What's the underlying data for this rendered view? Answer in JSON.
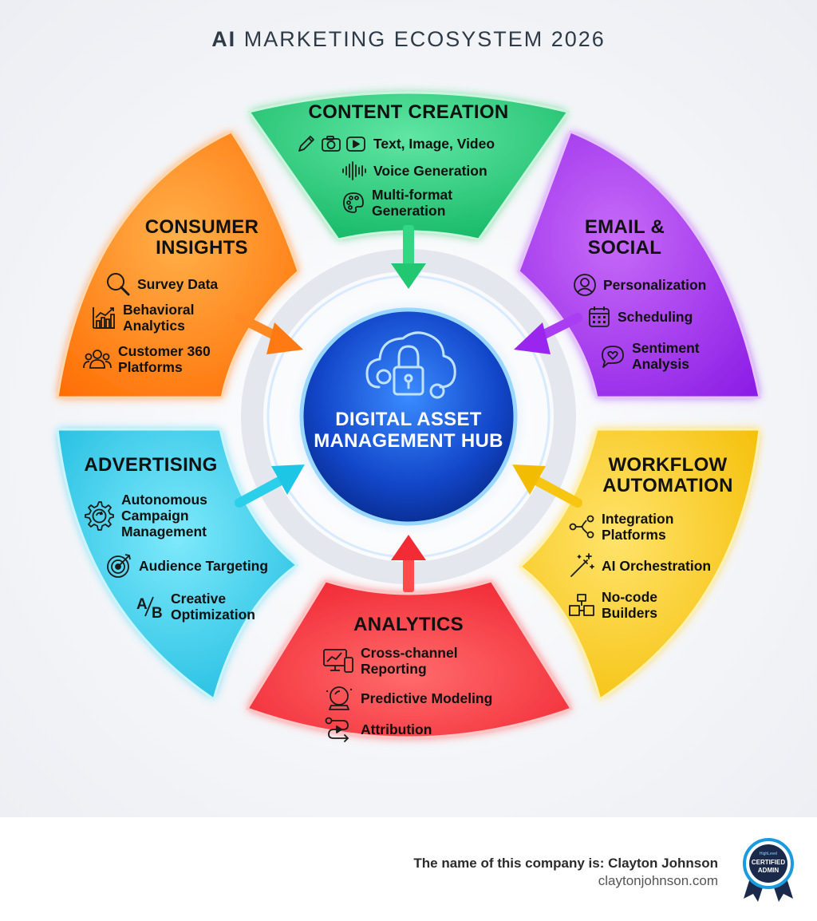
{
  "title": {
    "prefix": "AI",
    "rest": "MARKETING ECOSYSTEM 2026"
  },
  "hub": {
    "label": "DIGITAL ASSET MANAGEMENT HUB",
    "icon": "cloud-lock-icon"
  },
  "segments": {
    "content_creation": {
      "heading": "CONTENT CREATION",
      "color": "#1fcf7a",
      "items": [
        {
          "label": "Text, Image, Video",
          "icon": "pencil-camera-play-icon"
        },
        {
          "label": "Voice Generation",
          "icon": "sound-wave-icon"
        },
        {
          "label": "Multi-format Generation",
          "icon": "palette-icon"
        }
      ]
    },
    "email_social": {
      "heading": "EMAIL & SOCIAL",
      "color": "#a12cf0",
      "items": [
        {
          "label": "Personalization",
          "icon": "user-circle-icon"
        },
        {
          "label": "Scheduling",
          "icon": "calendar-icon"
        },
        {
          "label": "Sentiment Analysis",
          "icon": "heart-chat-icon"
        }
      ]
    },
    "workflow_automation": {
      "heading": "WORKFLOW AUTOMATION",
      "color": "#f7c612",
      "items": [
        {
          "label": "Integration Platforms",
          "icon": "nodes-icon"
        },
        {
          "label": "AI Orchestration",
          "icon": "magic-wand-icon"
        },
        {
          "label": "No-code Builders",
          "icon": "blocks-icon"
        }
      ]
    },
    "analytics": {
      "heading": "ANALYTICS",
      "color": "#f22b36",
      "items": [
        {
          "label": "Cross-channel Reporting",
          "icon": "devices-chart-icon"
        },
        {
          "label": "Predictive Modeling",
          "icon": "crystal-ball-icon"
        },
        {
          "label": "Attribution",
          "icon": "path-icon"
        }
      ]
    },
    "advertising": {
      "heading": "ADVERTISING",
      "color": "#1ec6e6",
      "items": [
        {
          "label": "Autonomous Campaign Management",
          "icon": "gear-cycle-icon"
        },
        {
          "label": "Audience Targeting",
          "icon": "target-icon"
        },
        {
          "label": "Creative Optimization",
          "icon": "ab-test-icon"
        }
      ]
    },
    "consumer_insights": {
      "heading": "CONSUMER INSIGHTS",
      "color": "#ff7a12",
      "items": [
        {
          "label": "Survey Data",
          "icon": "magnifier-icon"
        },
        {
          "label": "Behavioral Analytics",
          "icon": "bar-trend-icon"
        },
        {
          "label": "Customer 360 Platforms",
          "icon": "people-icon"
        }
      ]
    }
  },
  "footer": {
    "company_line": "The name of this company is: Clayton Johnson",
    "url": "claytonjohnson.com",
    "badge": {
      "brand": "HighLevel",
      "line1": "CERTIFIED",
      "line2": "ADMIN"
    }
  }
}
